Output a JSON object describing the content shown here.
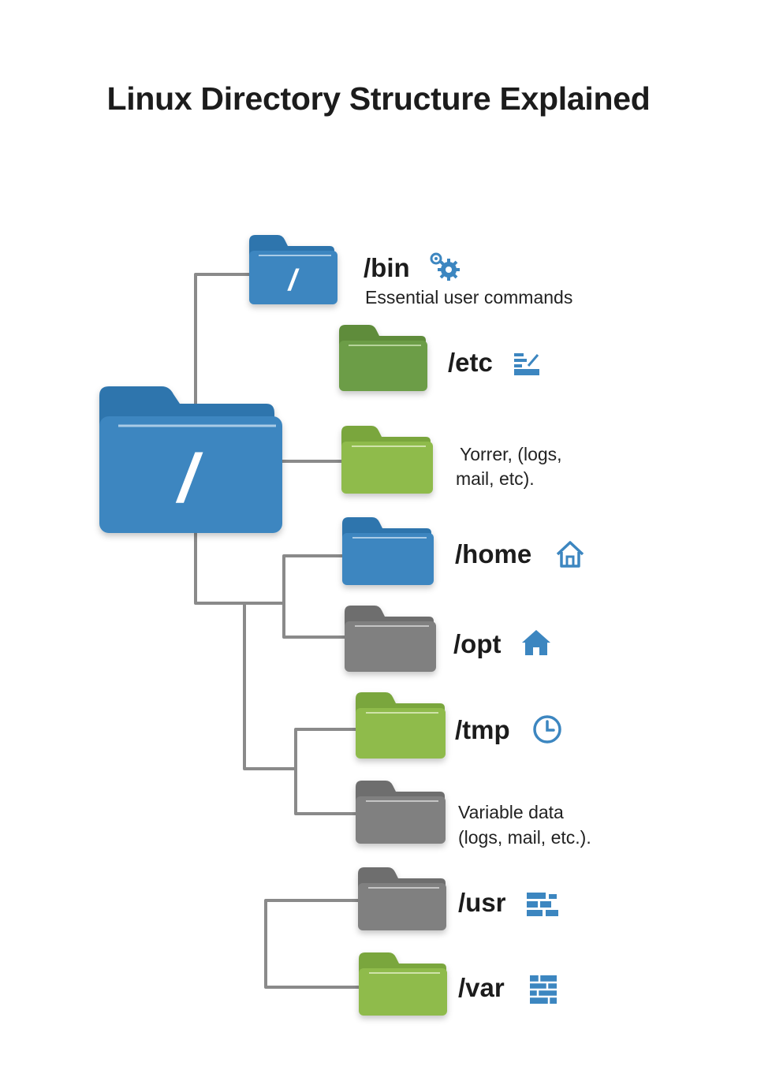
{
  "title": "Linux Directory Structure Explained",
  "root": {
    "label": "/"
  },
  "items": [
    {
      "name": "bin",
      "label": "/bin",
      "folder_label": "/",
      "desc": "Essential user commands",
      "icon": "gears-icon",
      "color": "#3c86c0"
    },
    {
      "name": "etc",
      "label": "/etc",
      "desc": "",
      "icon": "config-icon",
      "color": "#6c9d46"
    },
    {
      "name": "var-desc",
      "label": "",
      "desc_line1": "Yorrer, (logs,",
      "desc_line2": "mail, etc).",
      "color": "#8fbb4c"
    },
    {
      "name": "home",
      "label": "/home",
      "desc": "",
      "icon": "home-outline-icon",
      "color": "#3c86c0"
    },
    {
      "name": "opt",
      "label": "/opt",
      "desc": "",
      "icon": "home-filled-icon",
      "color": "#808080"
    },
    {
      "name": "tmp",
      "label": "/tmp",
      "desc": "",
      "icon": "clock-icon",
      "color": "#8fbb4c"
    },
    {
      "name": "var-data",
      "label": "",
      "desc_line1": "Variable data",
      "desc_line2": "(logs, mail, etc.).",
      "color": "#808080"
    },
    {
      "name": "usr",
      "label": "/usr",
      "desc": "",
      "icon": "blocks-icon",
      "color": "#808080"
    },
    {
      "name": "var",
      "label": "/var",
      "desc": "",
      "icon": "grid-icon",
      "color": "#8fbb4c"
    }
  ],
  "colors": {
    "blue": "#3c86c0",
    "green": "#8fbb4c",
    "darkgreen": "#6c9d46",
    "gray": "#808080",
    "line": "#8a8a8a",
    "icon": "#3c86c0"
  }
}
